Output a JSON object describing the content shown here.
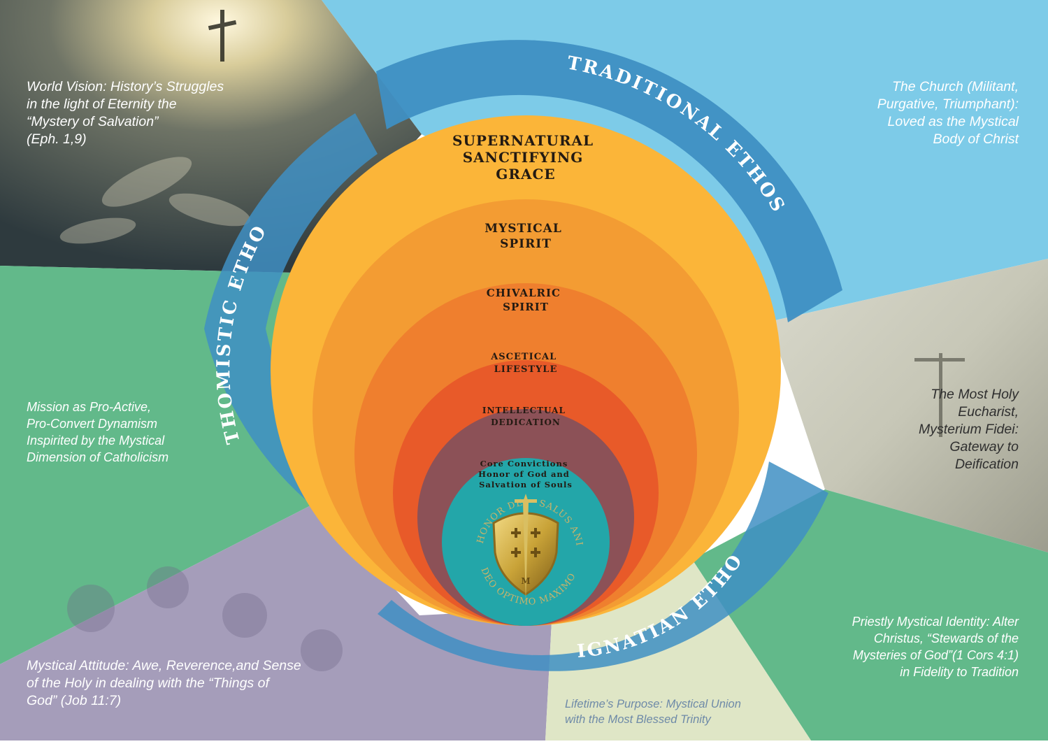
{
  "colors": {
    "sky_blue": "#7dcbe8",
    "green": "#62b98a",
    "ring_blue": "#3f8fc3",
    "orange_1": "#fbb539",
    "orange_2": "#f39c33",
    "orange_3": "#ef7f2e",
    "orange_4": "#e85a29",
    "maroon": "#8c5157",
    "teal": "#23a6a9",
    "gold": "#c9a338"
  },
  "rings": {
    "traditional": "TRADITIONAL ETHOS",
    "thomistic": "THOMISTIC ETHOS",
    "ignatian": "IGNATIAN ETHOS"
  },
  "layers": {
    "supernatural": {
      "line1": "SUPERNATURAL",
      "line2": "SANCTIFYING",
      "line3": "GRACE"
    },
    "mystical": {
      "line1": "MYSTICAL",
      "line2": "SPIRIT"
    },
    "chivalric": {
      "line1": "CHIVALRIC",
      "line2": "SPIRIT"
    },
    "ascetical": {
      "line1": "ASCETICAL",
      "line2": "LIFESTYLE"
    },
    "intellectual": {
      "line1": "INTELLECTUAL",
      "line2": "DEDICATION"
    },
    "core": {
      "line1": "Core Convictions",
      "line2": "Honor of God and",
      "line3": "Salvation of Souls"
    }
  },
  "emblem": {
    "motto_top": "HONOR DEI · SALUS ANIMARUM",
    "motto_bottom": "DEO OPTIMO MAXIMO",
    "letter": "M"
  },
  "corners": {
    "world_vision": {
      "line1": "World Vision: History’s Struggles",
      "line2": "in the light of Eternity the",
      "line3": "“Mystery of Salvation”",
      "line4": "(Eph. 1,9)"
    },
    "church": {
      "line1": "The Church (Militant,",
      "line2": "Purgative, Triumphant):",
      "line3": "Loved as the Mystical",
      "line4": "Body of Christ"
    },
    "mission": {
      "line1": "Mission as Pro-Active,",
      "line2": "Pro-Convert Dynamism",
      "line3": "Inspirited by the Mystical",
      "line4": "Dimension of Catholicism"
    },
    "eucharist": {
      "line1": "The Most Holy",
      "line2": "Eucharist,",
      "line3": "Mysterium Fidei:",
      "line4": "Gateway to",
      "line5": "Deification"
    },
    "mystical_attitude": {
      "line1": "Mystical Attitude: Awe, Reverence,and Sense",
      "line2": "of the Holy in dealing with the “Things of",
      "line3": "God” (Job 11:7)"
    },
    "priestly": {
      "line1": "Priestly Mystical Identity: Alter",
      "line2": "Christus, “Stewards of the",
      "line3": "Mysteries of God”(1 Cors 4:1)",
      "line4": "in Fidelity to Tradition"
    },
    "lifetime": {
      "line1": "Lifetime’s Purpose: Mystical Union",
      "line2": "with the Most Blessed Trinity"
    }
  }
}
